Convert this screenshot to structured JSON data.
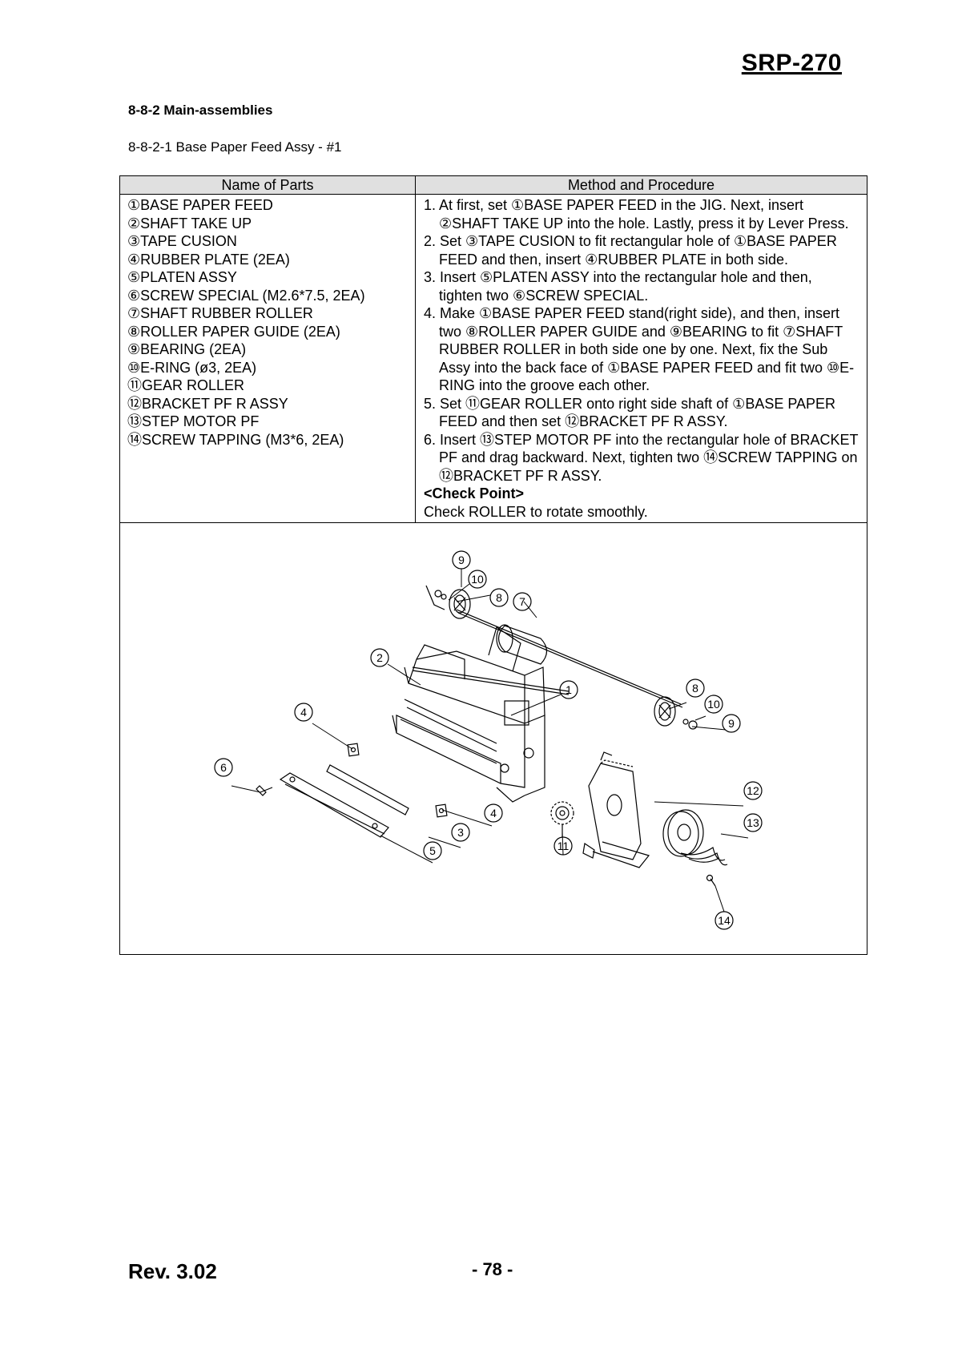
{
  "header": {
    "model": "SRP-270"
  },
  "section": {
    "heading": "8-8-2 Main-assemblies",
    "subheading": "8-8-2-1 Base Paper Feed Assy - #1"
  },
  "table": {
    "col1_header": "Name of Parts",
    "col2_header": "Method and Procedure",
    "parts": [
      "①BASE PAPER FEED",
      "②SHAFT TAKE UP",
      "③TAPE CUSION",
      "④RUBBER PLATE (2EA)",
      "⑤PLATEN ASSY",
      "⑥SCREW SPECIAL (M2.6*7.5, 2EA)",
      "⑦SHAFT RUBBER ROLLER",
      "⑧ROLLER PAPER GUIDE (2EA)",
      "⑨BEARING (2EA)",
      "⑩E-RING (ø3, 2EA)",
      "⑪GEAR ROLLER",
      "⑫BRACKET PF R ASSY",
      "⑬STEP MOTOR PF",
      "⑭SCREW TAPPING (M3*6, 2EA)"
    ],
    "steps": [
      "1. At first, set ①BASE PAPER FEED in the JIG. Next, insert ②SHAFT TAKE UP into the hole. Lastly, press it by Lever Press.",
      "2. Set ③TAPE CUSION to fit rectangular hole of ①BASE PAPER FEED and then, insert ④RUBBER PLATE in both side.",
      "3. Insert ⑤PLATEN ASSY into the rectangular hole and then, tighten two ⑥SCREW SPECIAL.",
      "4. Make ①BASE PAPER FEED stand(right side), and then, insert two ⑧ROLLER PAPER GUIDE and ⑨BEARING to fit ⑦SHAFT RUBBER ROLLER in both side one by one. Next, fix the Sub Assy into the back face of ①BASE PAPER FEED and fit two ⑩E-RING into the groove each other.",
      "5. Set ⑪GEAR ROLLER onto right side shaft of ①BASE PAPER FEED and then set ⑫BRACKET PF R ASSY.",
      "6. Insert ⑬STEP MOTOR PF into the rectangular hole of BRACKET PF and drag backward. Next, tighten two ⑭SCREW TAPPING on ⑫BRACKET PF R ASSY."
    ],
    "check_title": "<Check Point>",
    "check_text": "Check ROLLER to rotate smoothly."
  },
  "diagram": {
    "callouts": [
      "9",
      "10",
      "8",
      "7",
      "2",
      "1",
      "8",
      "10",
      "9",
      "4",
      "6",
      "12",
      "4",
      "13",
      "3",
      "11",
      "5",
      "14"
    ]
  },
  "footer": {
    "revision": "Rev. 3.02",
    "page": "- 78 -"
  }
}
